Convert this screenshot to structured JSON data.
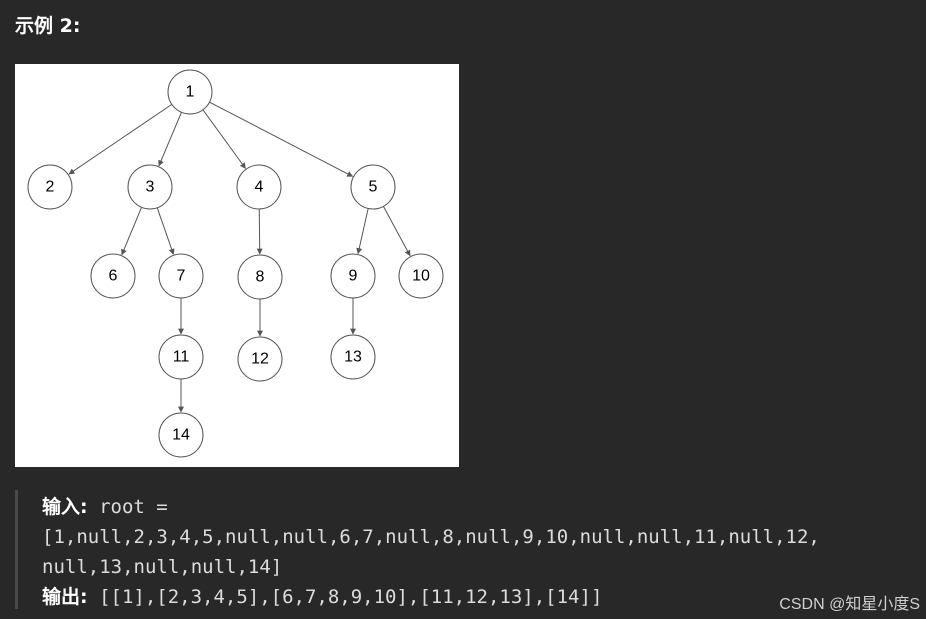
{
  "example": {
    "title": "示例 2:"
  },
  "tree": {
    "nodes": [
      {
        "id": "1",
        "label": "1"
      },
      {
        "id": "2",
        "label": "2"
      },
      {
        "id": "3",
        "label": "3"
      },
      {
        "id": "4",
        "label": "4"
      },
      {
        "id": "5",
        "label": "5"
      },
      {
        "id": "6",
        "label": "6"
      },
      {
        "id": "7",
        "label": "7"
      },
      {
        "id": "8",
        "label": "8"
      },
      {
        "id": "9",
        "label": "9"
      },
      {
        "id": "10",
        "label": "10"
      },
      {
        "id": "11",
        "label": "11"
      },
      {
        "id": "12",
        "label": "12"
      },
      {
        "id": "13",
        "label": "13"
      },
      {
        "id": "14",
        "label": "14"
      }
    ],
    "edges": [
      [
        "1",
        "2"
      ],
      [
        "1",
        "3"
      ],
      [
        "1",
        "4"
      ],
      [
        "1",
        "5"
      ],
      [
        "3",
        "6"
      ],
      [
        "3",
        "7"
      ],
      [
        "4",
        "8"
      ],
      [
        "5",
        "9"
      ],
      [
        "5",
        "10"
      ],
      [
        "7",
        "11"
      ],
      [
        "8",
        "12"
      ],
      [
        "9",
        "13"
      ],
      [
        "11",
        "14"
      ]
    ]
  },
  "io": {
    "input_label": "输入:",
    "input_line1": "root =",
    "input_line2": "[1,null,2,3,4,5,null,null,6,7,null,8,null,9,10,null,null,11,null,12,",
    "input_line3": "null,13,null,null,14]",
    "output_label": "输出:",
    "output_value": "[[1],[2,3,4,5],[6,7,8,9,10],[11,12,13],[14]]"
  },
  "watermark": {
    "text": "CSDN @知星小度S"
  }
}
